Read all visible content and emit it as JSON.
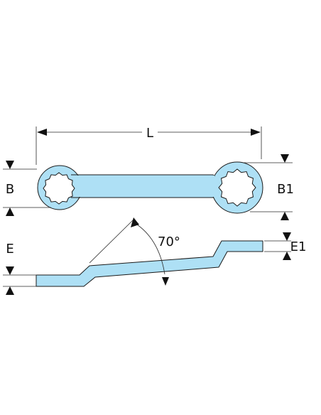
{
  "labels": {
    "length": "L",
    "width_left": "B",
    "width_right": "B1",
    "offset_left": "E",
    "offset_right": "E1",
    "angle": "70°"
  },
  "colors": {
    "wrench_fill": "#aee0f5",
    "outline": "#1a1a1a",
    "background": "#ffffff"
  },
  "icons": {
    "wrench_top_view": "double-ring-wrench-icon",
    "wrench_side_view": "offset-wrench-profile-icon",
    "arrow": "triangle-arrow-icon"
  }
}
